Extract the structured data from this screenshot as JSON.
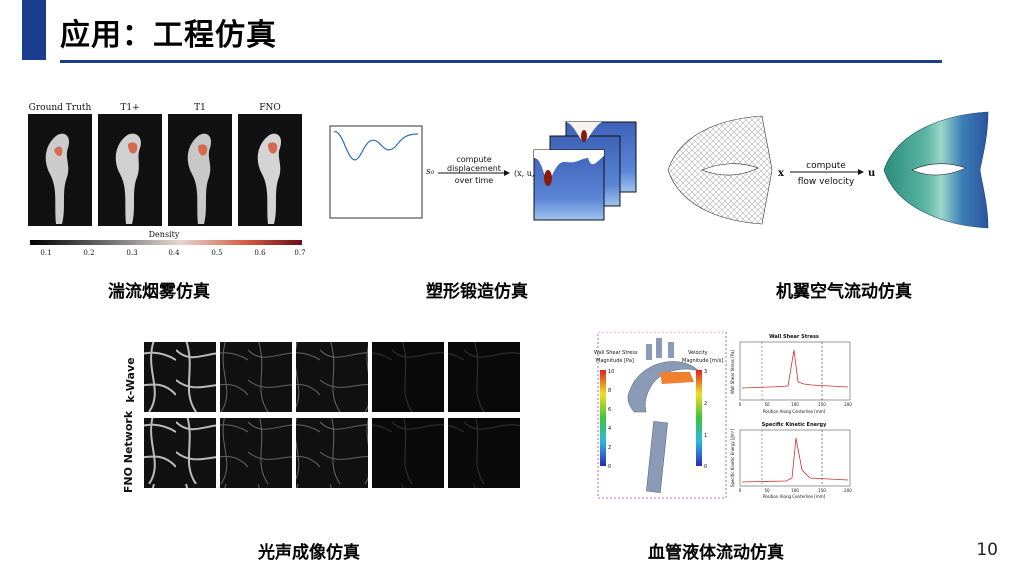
{
  "slide": {
    "title": "应用：工程仿真",
    "page_number": "10",
    "accent_color": "#1a3e8c"
  },
  "smoke": {
    "caption": "湍流烟雾仿真",
    "column_labels": [
      "Ground Truth",
      "T1+",
      "T1",
      "FNO"
    ],
    "colorbar_label": "Density",
    "colorbar_ticks": [
      "0.1",
      "0.2",
      "0.3",
      "0.4",
      "0.5",
      "0.6",
      "0.7"
    ]
  },
  "forging": {
    "caption": "塑形锻造仿真",
    "arrow_text": [
      "compute",
      "displacement",
      "over time"
    ],
    "input_symbol": "s₀",
    "output_symbol": "(x, u, t)"
  },
  "airfoil": {
    "caption": "机翼空气流动仿真",
    "input_symbol": "x",
    "arrow_text": [
      "compute",
      "flow velocity"
    ],
    "output_symbol": "u"
  },
  "photoacoustic": {
    "caption": "光声成像仿真",
    "row_labels": [
      "k-Wave",
      "FNO Network"
    ]
  },
  "blood": {
    "caption": "血管液体流动仿真",
    "legend_left_title": [
      "Wall Shear Stress",
      "Magnitude [Pa]"
    ],
    "legend_left_ticks": [
      "10",
      "8",
      "6",
      "4",
      "2",
      "0"
    ],
    "legend_right_title": [
      "Velocity",
      "Magnitude [m/s]"
    ],
    "legend_right_ticks": [
      "3",
      "2",
      "1",
      "0"
    ],
    "plot_top": {
      "title": "Wall Shear Stress",
      "ylabel": "Wall Shear Stress [Pa]",
      "xlabel": "Position Along Centerline [mm]",
      "xticks": [
        "0",
        "50",
        "100",
        "150",
        "200"
      ]
    },
    "plot_bottom": {
      "title": "Specific Kinetic Energy",
      "ylabel": "Specific Kinetic Energy [J/m³]",
      "xlabel": "Position Along Centerline [mm]",
      "xticks": [
        "0",
        "50",
        "100",
        "150",
        "200"
      ]
    }
  }
}
